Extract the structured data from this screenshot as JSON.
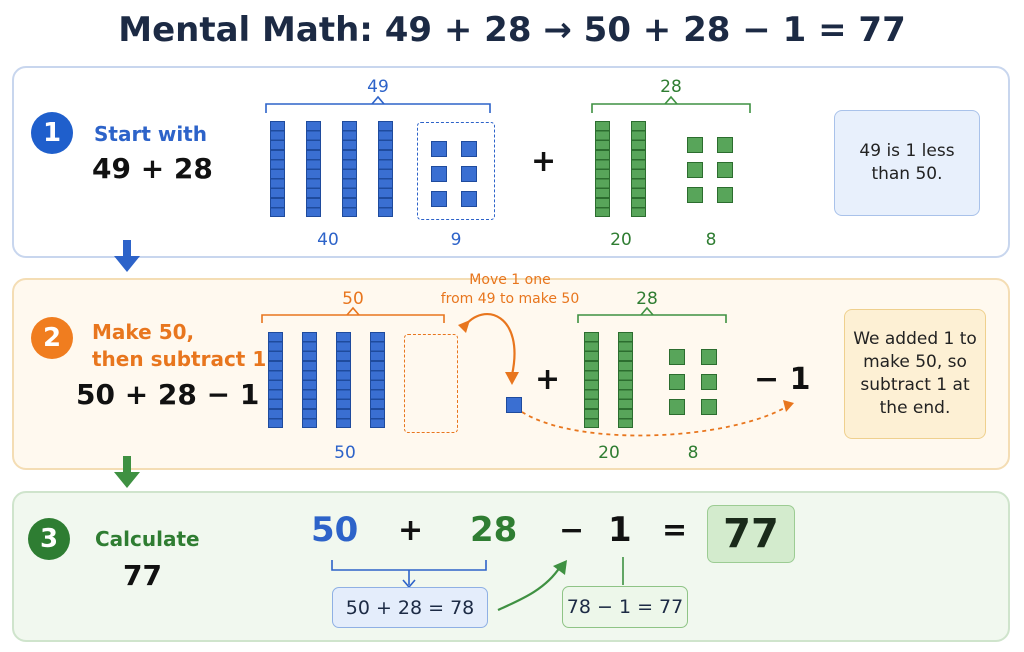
{
  "title": "Mental Math: 49 + 28 → 50 + 28 − 1 = 77",
  "colors": {
    "blue": "#2d63c9",
    "green": "#2f7d32",
    "orange": "#e8761e",
    "navy": "#1c2a44"
  },
  "step1": {
    "number": "1",
    "label": "Start with",
    "expression": "49 + 28",
    "brace_left": "49",
    "brace_right": "28",
    "tens_left": "40",
    "ones_left": "9",
    "tens_right": "20",
    "ones_right": "8",
    "operator": "+",
    "note": "49 is 1 less than 50."
  },
  "step2": {
    "number": "2",
    "label_line1": "Make 50,",
    "label_line2": "then subtract 1",
    "expression": "50 + 28 − 1",
    "brace_left": "50",
    "brace_right": "28",
    "move_note_line1": "Move 1 one",
    "move_note_line2": "from 49 to make 50",
    "tens_left": "50",
    "tens_right": "20",
    "ones_right": "8",
    "operator": "+",
    "minus_one": "− 1",
    "note": "We added 1 to make 50, so subtract 1 at the end."
  },
  "step3": {
    "number": "3",
    "label": "Calculate",
    "value": "77",
    "term1": "50",
    "plus": "+",
    "term2": "28",
    "minus": "−",
    "term3": "1",
    "equals": "=",
    "result": "77",
    "partial_sum": "50 + 28 = 78",
    "final_calc": "78 − 1 = 77"
  }
}
